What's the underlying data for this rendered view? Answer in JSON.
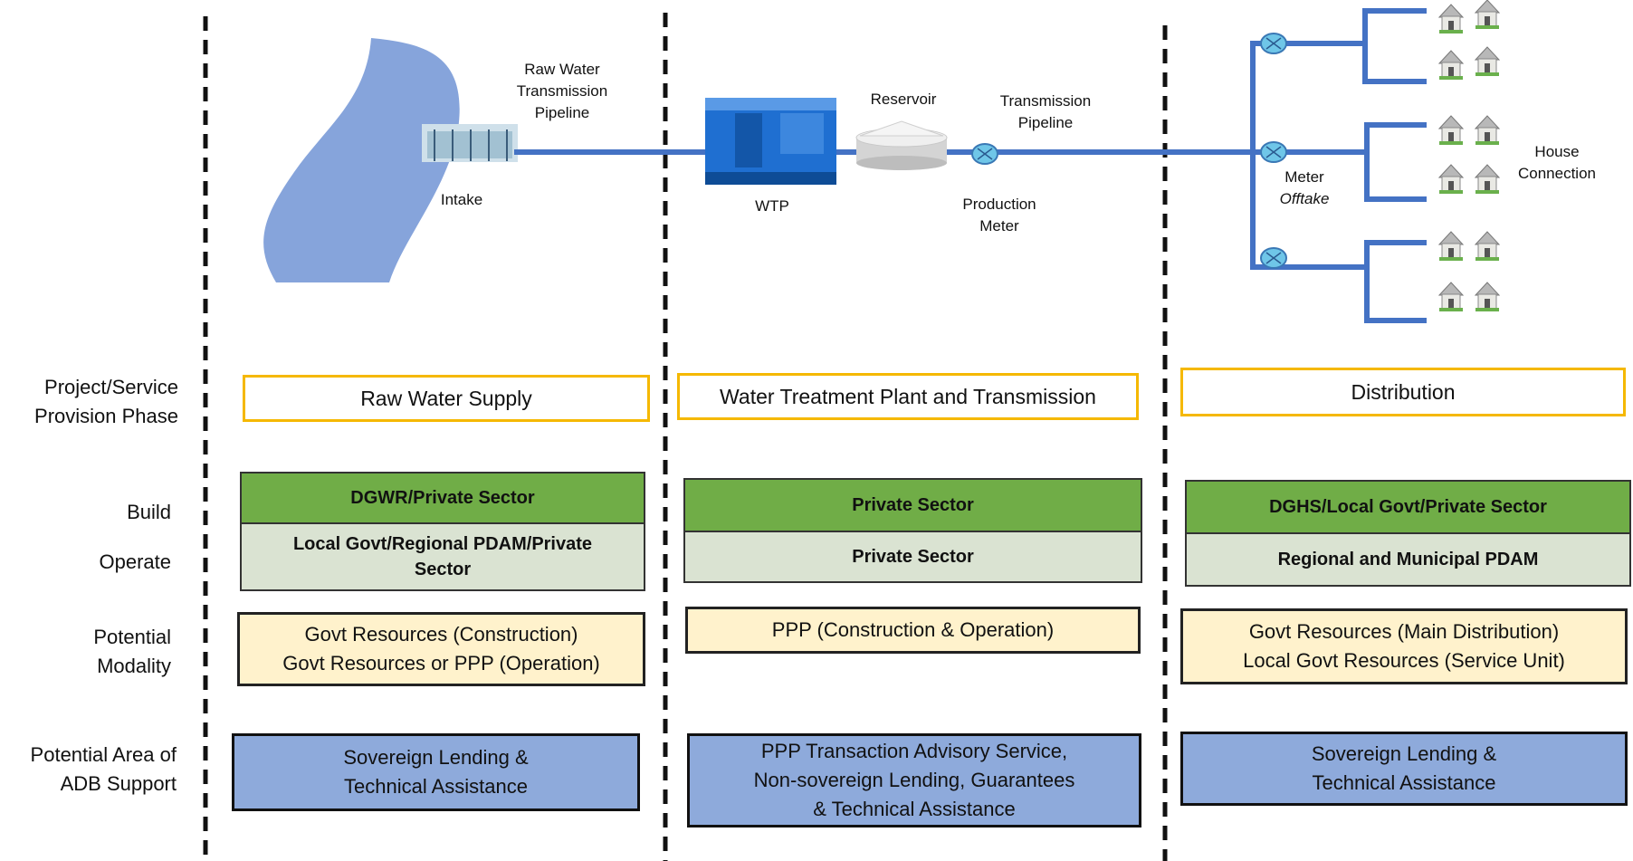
{
  "diagram": {
    "labels": {
      "raw_water_pipeline": "Raw Water\nTransmission\nPipeline",
      "intake": "Intake",
      "wtp": "WTP",
      "reservoir": "Reservoir",
      "transmission_pipeline": "Transmission\nPipeline",
      "production_meter": "Production\nMeter",
      "meter": "Meter",
      "offtake": "Offtake",
      "house_connection": "House\nConnection"
    },
    "colors": {
      "pipe": "#4472c4",
      "river": "#7f9fd9",
      "meter": "#6fc6e8"
    },
    "icons": [
      "river-icon",
      "intake-plant-icon",
      "wtp-plant-icon",
      "reservoir-icon",
      "meter-icon",
      "house-icon"
    ]
  },
  "rows": {
    "phase": "Project/Service\nProvision Phase",
    "build": "Build",
    "operate": "Operate",
    "modality": "Potential\nModality",
    "support": "Potential Area of\nADB Support"
  },
  "columns": [
    {
      "phase": "Raw Water Supply",
      "build": "DGWR/Private Sector",
      "operate": "Local Govt/Regional PDAM/Private\nSector",
      "modality": "Govt Resources (Construction)\nGovt Resources or PPP (Operation)",
      "support": "Sovereign Lending &\nTechnical Assistance"
    },
    {
      "phase": "Water Treatment Plant and Transmission",
      "build": "Private Sector",
      "operate": "Private Sector",
      "modality": "PPP (Construction & Operation)",
      "support": "PPP Transaction Advisory Service,\nNon-sovereign Lending, Guarantees\n& Technical Assistance"
    },
    {
      "phase": "Distribution",
      "build": "DGHS/Local Govt/Private Sector",
      "operate": "Regional and Municipal PDAM",
      "modality": "Govt Resources (Main Distribution)\nLocal Govt Resources (Service Unit)",
      "support": "Sovereign Lending &\nTechnical Assistance"
    }
  ]
}
